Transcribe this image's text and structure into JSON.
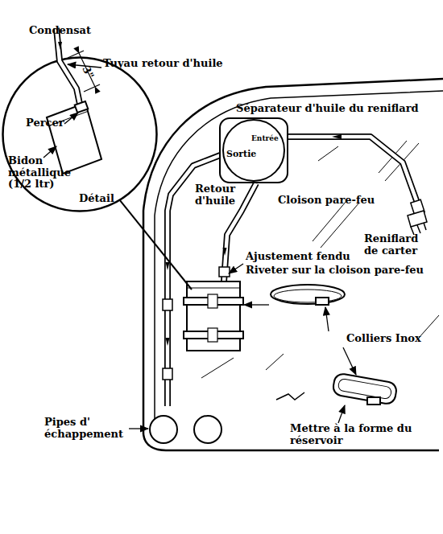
{
  "diagram": {
    "nodes": [
      {
        "text": [
          "Détail"
        ]
      },
      {
        "text": [
          "Séparateur d'huile du reniflard",
          "Entrée",
          "Sortie"
        ]
      }
    ],
    "labels": [
      "Condensat",
      "Tuyau retour d'huile",
      "3\"",
      "Percer",
      "Bidon métallique (1/2 ltr)",
      "Cloison pare-feu",
      "Retour d'huile",
      "Reniflard de carter",
      "Ajustement fendu",
      "Riveter sur la cloison pare-feu",
      "Colliers Inox",
      "Pipes d' échappement",
      "Mettre à la forme du réservoir"
    ]
  }
}
